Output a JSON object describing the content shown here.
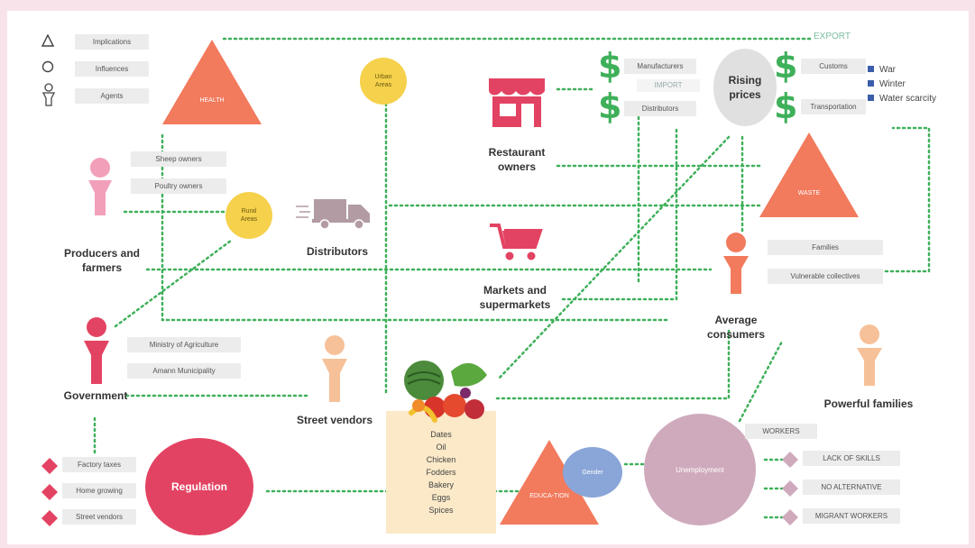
{
  "legend": {
    "implications": "Implications",
    "influences": "Influences",
    "agents": "Agents"
  },
  "nodes": {
    "health": "HEALTH",
    "waste": "WASTE",
    "education": "EDUCA-TION",
    "urban_areas": "Urban Areas",
    "rural_areas": "Rural Areas",
    "rising_prices": "Rising prices",
    "regulation": "Regulation",
    "unemployment": "Unemployment",
    "gender": "Gender"
  },
  "agents": {
    "producers": "Producers and farmers",
    "distributors": "Distributors",
    "restaurant_owners": "Restaurant owners",
    "markets": "Markets and supermarkets",
    "average_consumers": "Average consumers",
    "government": "Government",
    "street_vendors": "Street vendors",
    "powerful_families": "Powerful families"
  },
  "labels": {
    "export": "EXPORT",
    "import": "IMPORT",
    "manufacturers": "Manufacturers",
    "distributors_small": "Distributors",
    "customs": "Customs",
    "transportation": "Transportation",
    "sheep_owners": "Sheep owners",
    "poultry_owners": "Poultry owners",
    "families": "Families",
    "vulnerable": "Vulnerable collectives",
    "ministry": "Ministry of Agriculture",
    "municipality": "Amann Municipality",
    "workers": "WORKERS",
    "lack_skills": "LACK OF SKILLS",
    "no_alternative": "NO ALTERNATIVE",
    "migrant": "MIGRANT WORKERS",
    "factory_taxes": "Factory taxes",
    "home_growing": "Home growing",
    "street_vendors_small": "Street vendors"
  },
  "price_factors": [
    "War",
    "Winter",
    "Water scarcity"
  ],
  "food_items": [
    "Dates",
    "Oil",
    "Chicken",
    "Fodders",
    "Bakery",
    "Eggs",
    "Spices"
  ],
  "colors": {
    "green": "#3fb05a",
    "salmon": "#f27a5d",
    "yellow": "#f5d14c",
    "mauve": "#cfaabc",
    "crimson": "#e34362",
    "pink": "#f29fb9",
    "peach": "#f6c199",
    "lavender": "#b29ba3",
    "blue": "#3b5eab"
  }
}
